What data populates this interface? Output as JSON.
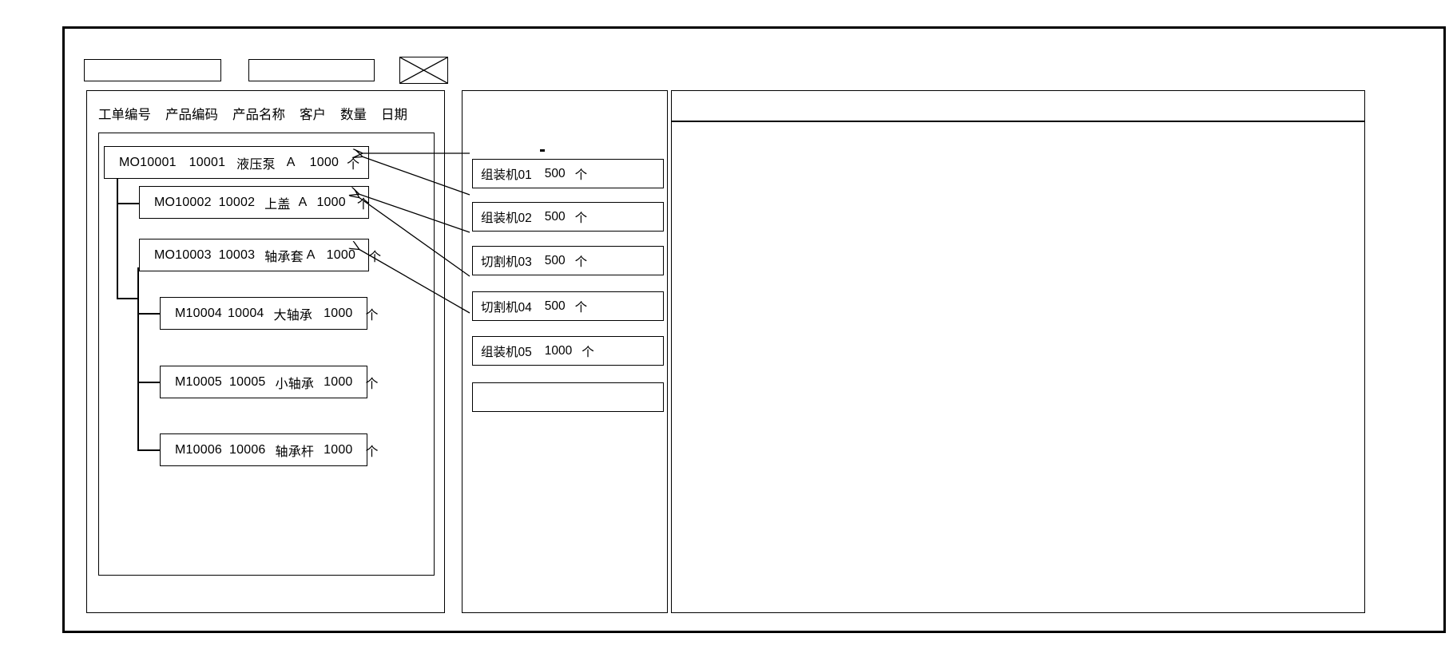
{
  "window": {
    "title": ""
  },
  "toolbar": {
    "field_1_value": "",
    "field_1_placeholder": "",
    "field_2_value": "",
    "field_2_placeholder": "",
    "placeholder_icon": "crossed-box-icon"
  },
  "left_panel": {
    "columns": [
      "工单编号",
      "产品编码",
      "产品名称",
      "客户",
      "数量",
      "日期"
    ],
    "rows": [
      {
        "level": 0,
        "order_no": "MO10001",
        "product_code": "10001",
        "product_name": "液压泵",
        "customer": "A",
        "qty": "1000",
        "unit": "个"
      },
      {
        "level": 1,
        "order_no": "MO10002",
        "product_code": "10002",
        "product_name": "上盖",
        "customer": "A",
        "qty": "1000",
        "unit": "个"
      },
      {
        "level": 1,
        "order_no": "MO10003",
        "product_code": "10003",
        "product_name": "轴承套",
        "customer": "A",
        "qty": "1000",
        "unit": "个"
      },
      {
        "level": 2,
        "order_no": "M10004",
        "product_code": "10004",
        "product_name": "大轴承",
        "customer": "",
        "qty": "1000",
        "unit": "个"
      },
      {
        "level": 2,
        "order_no": "M10005",
        "product_code": "10005",
        "product_name": "小轴承",
        "customer": "",
        "qty": "1000",
        "unit": "个"
      },
      {
        "level": 2,
        "order_no": "M10006",
        "product_code": "10006",
        "product_name": "轴承杆",
        "customer": "",
        "qty": "1000",
        "unit": "个"
      }
    ]
  },
  "middle_panel": {
    "machines": [
      {
        "name": "组装机01",
        "qty": "500",
        "unit": "个"
      },
      {
        "name": "组装机02",
        "qty": "500",
        "unit": "个"
      },
      {
        "name": "切割机03",
        "qty": "500",
        "unit": "个"
      },
      {
        "name": "切割机04",
        "qty": "500",
        "unit": "个"
      },
      {
        "name": "组装机05",
        "qty": "1000",
        "unit": "个"
      },
      {
        "name": "",
        "qty": "",
        "unit": ""
      }
    ]
  },
  "right_panel": {
    "header_text": "",
    "body_text": ""
  },
  "colors": {
    "stroke": "#000000",
    "background": "#ffffff"
  }
}
